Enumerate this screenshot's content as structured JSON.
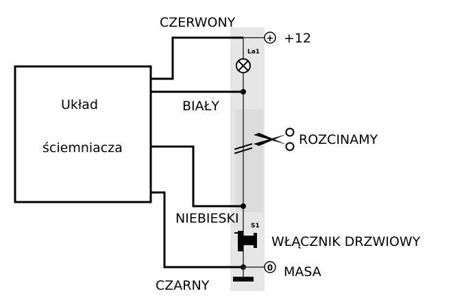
{
  "box": {
    "line1": "Układ",
    "line2": "ściemniacza"
  },
  "wires": {
    "red": "CZERWONY",
    "white": "BIAŁY",
    "blue": "NIEBIESKI",
    "black": "CZARNY"
  },
  "terminals": {
    "plus": "+12",
    "ground": "MASA",
    "plus_symbol": "+",
    "ground_symbol": "0"
  },
  "components": {
    "lamp": "La1",
    "switch": "S1"
  },
  "annotations": {
    "cut": "ROZCINAMY",
    "door_switch": "WŁĄCZNIK DRZWIOWY"
  },
  "icons": {
    "lamp": "lamp-icon",
    "scissors": "scissors-icon",
    "switch": "door-switch-icon",
    "ground": "ground-icon"
  },
  "colors": {
    "ink": "#000000",
    "paper_strip": "#e4e4e4"
  }
}
